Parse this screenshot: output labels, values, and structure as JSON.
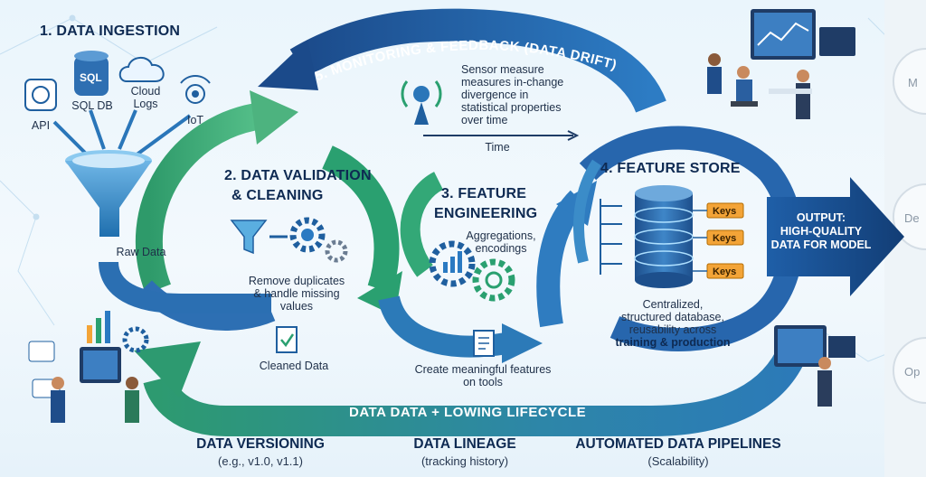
{
  "ingestion": {
    "title": "1. DATA INGESTION",
    "sources": [
      "API",
      "SQL DB",
      "Cloud Logs",
      "IoT"
    ],
    "sql_badge": "SQL",
    "api_badge": "API",
    "raw_data": "Raw Data"
  },
  "validation": {
    "title_line1": "2. DATA VALIDATION",
    "title_line2": "& CLEANING",
    "description": [
      "Remove duplicates",
      "& handle missing",
      "values"
    ],
    "cleaned": "Cleaned Data"
  },
  "feature_engineering": {
    "title_line1": "3. FEATURE",
    "title_line2": "ENGINEERING",
    "description": [
      "Aggregations,",
      "encodings"
    ],
    "footer": [
      "Create meaningful features",
      "on tools"
    ]
  },
  "feature_store": {
    "title": "4. FEATURE STORE",
    "keys": [
      "Keys",
      "Keys",
      "Keys"
    ],
    "description": [
      "Centralized,",
      "structured database,",
      "reusability across"
    ],
    "emphasis": "training & production"
  },
  "monitoring": {
    "arc_label": "5. MONITORING & FEEDBACK (DATA DRIFT)",
    "description": [
      "Sensor measure",
      "measures in-change",
      "divergence in",
      "statistical properties",
      "over time"
    ],
    "time_label": "Time"
  },
  "output": {
    "lines": [
      "OUTPUT:",
      "HIGH-QUALITY",
      "DATA FOR MODEL"
    ]
  },
  "lifecycle": {
    "arc_label": "DATA DATA + LOWING LIFECYCLE"
  },
  "bottom": {
    "versioning": {
      "title": "DATA VERSIONING",
      "sub": "(e.g., v1.0, v1.1)"
    },
    "lineage": {
      "title": "DATA LINEAGE",
      "sub": "(tracking history)"
    },
    "pipelines": {
      "title": "AUTOMATED DATA PIPELINES",
      "sub": "(Scalability)"
    }
  },
  "edge_panel": {
    "labels": [
      "M",
      "De",
      "Op"
    ]
  },
  "colors": {
    "navy": "#1c4f8f",
    "blue": "#2f7cc0",
    "green": "#3aa66e",
    "teal": "#2a9b9a",
    "keys": "#f3a437"
  }
}
